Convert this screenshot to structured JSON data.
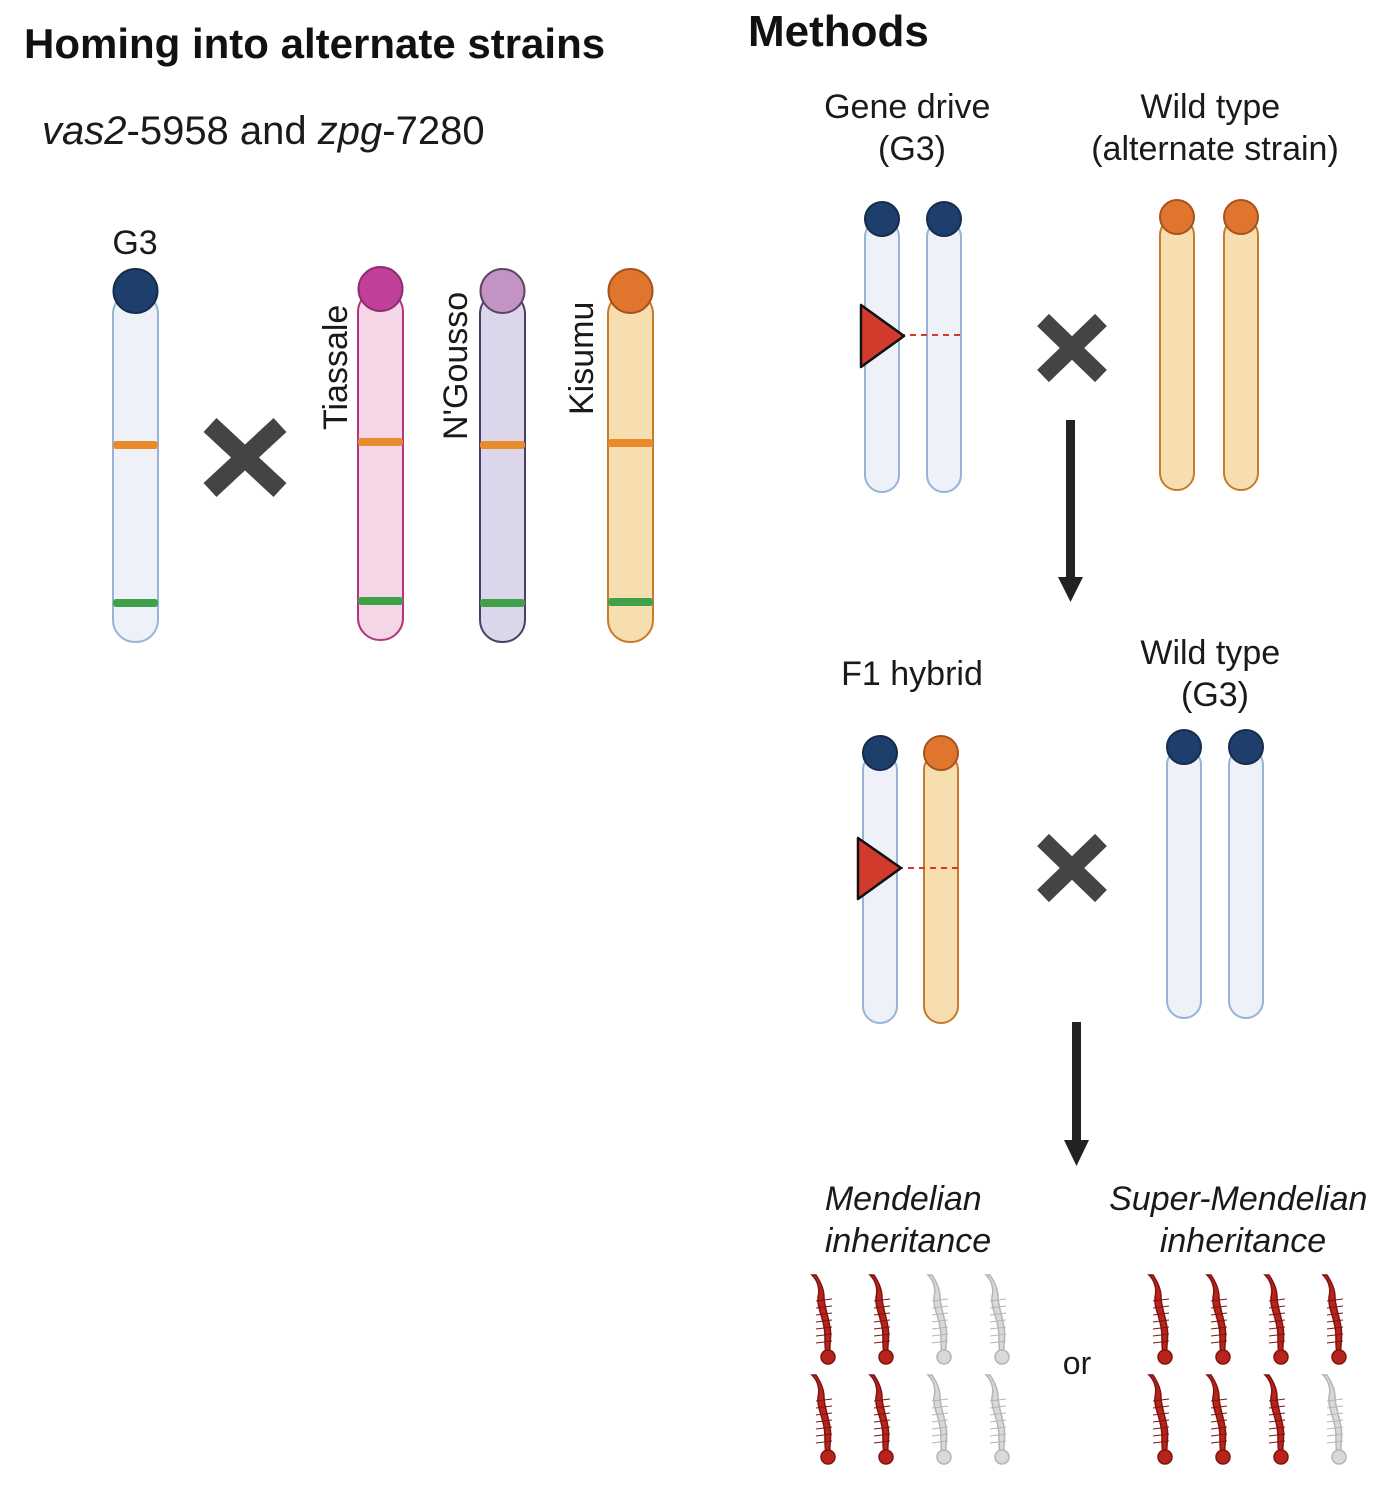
{
  "left": {
    "title": "Homing into alternate strains",
    "subtitle": {
      "gene1": "vas2",
      "id1": "-5958 and ",
      "gene2": "zpg",
      "id2": "-7280"
    },
    "g3_label": "G3",
    "strains": [
      {
        "name": "Tiassale",
        "color": "#c0409a",
        "fill": "#f5d6e6",
        "border": "#b2357f"
      },
      {
        "name": "N'Gousso",
        "color": "#c393c4",
        "fill": "#dcd6ea",
        "border": "#4a3f6b"
      },
      {
        "name": "Kisumu",
        "color": "#e0762e",
        "fill": "#f6deb0",
        "border": "#c97a2a"
      }
    ]
  },
  "right": {
    "title": "Methods",
    "gene_drive": [
      "Gene drive",
      "(G3)"
    ],
    "wild_type_alt": [
      "Wild type",
      "(alternate strain)"
    ],
    "f1_hybrid": "F1 hybrid",
    "wild_type_g3": [
      "Wild type",
      "(G3)"
    ],
    "mendelian": [
      "Mendelian",
      "inheritance"
    ],
    "super_mendelian": [
      "Super-Mendelian",
      "inheritance"
    ],
    "or_label": "or"
  },
  "colors": {
    "g3_blue": "#1e3e6b",
    "g3_fill": "#eef1f8",
    "g3_border": "#98b3d8",
    "band_orange": "#e98a2b",
    "band_green": "#3fa24a",
    "drive_red": "#d23a2c",
    "cross_gray": "#444444",
    "larva_red": "#b8231c",
    "larva_gray": "#d9d9d9"
  },
  "larvae": {
    "mendelian": [
      "red",
      "red",
      "gray",
      "gray",
      "red",
      "red",
      "gray",
      "gray"
    ],
    "super_mendelian": [
      "red",
      "red",
      "red",
      "red",
      "red",
      "red",
      "red",
      "gray"
    ]
  }
}
